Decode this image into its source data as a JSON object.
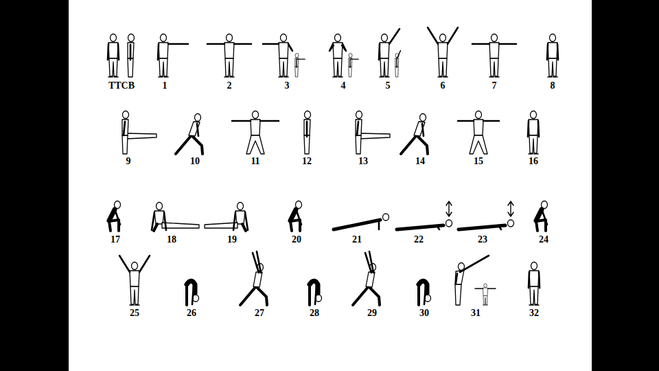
{
  "diagram": {
    "labels": [
      "TTCB",
      "1",
      "2",
      "3",
      "4",
      "5",
      "6",
      "7",
      "8",
      "9",
      "10",
      "11",
      "12",
      "13",
      "14",
      "15",
      "16",
      "17",
      "18",
      "19",
      "20",
      "21",
      "22",
      "23",
      "24",
      "25",
      "26",
      "27",
      "28",
      "29",
      "30",
      "31",
      "32"
    ]
  }
}
